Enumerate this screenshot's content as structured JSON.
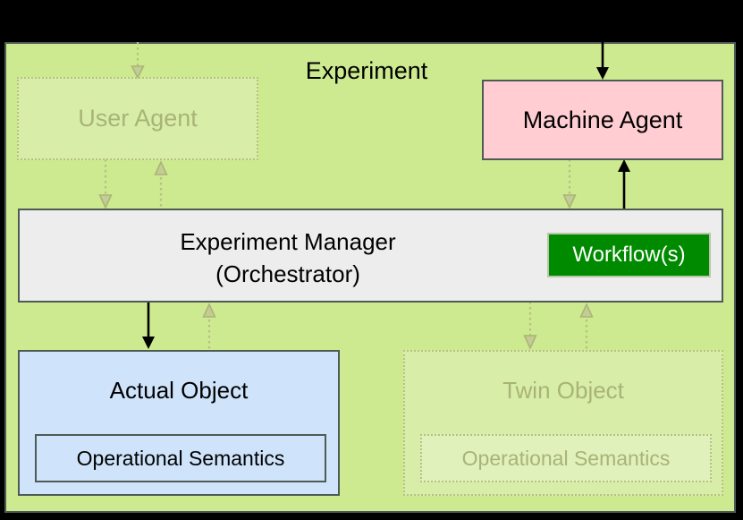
{
  "diagram": {
    "title": "Experiment",
    "background_color": "#000000",
    "panel_color": "#cdea90",
    "nodes": [
      {
        "id": "user-agent",
        "label": "User Agent",
        "style": "ghost",
        "fill": "#d7ec9e",
        "text_color": "#a9b377"
      },
      {
        "id": "machine-agent",
        "label": "Machine Agent",
        "style": "solid",
        "fill": "#ffcdd2",
        "text_color": "#000000"
      },
      {
        "id": "experiment-manager",
        "label": "Experiment Manager\n(Orchestrator)",
        "style": "solid",
        "fill": "#ededed",
        "text_color": "#000000"
      },
      {
        "id": "workflows",
        "label": "Workflow(s)",
        "style": "solid",
        "fill": "#008a00",
        "text_color": "#ffffff"
      },
      {
        "id": "actual-object",
        "label": "Actual Object",
        "style": "solid",
        "fill": "#cfe4fb",
        "text_color": "#000000",
        "child_label": "Operational Semantics"
      },
      {
        "id": "twin-object",
        "label": "Twin Object",
        "style": "ghost",
        "fill": "#d7ec9e",
        "text_color": "#a9b377",
        "child_label": "Operational Semantics"
      }
    ],
    "connectors": [
      {
        "id": "external-to-user-agent",
        "style": "dotted",
        "direction": "down"
      },
      {
        "id": "external-to-machine-agent",
        "style": "solid",
        "direction": "down"
      },
      {
        "id": "user-agent-to-manager",
        "style": "dotted",
        "direction": "down"
      },
      {
        "id": "manager-to-user-agent",
        "style": "dotted",
        "direction": "up"
      },
      {
        "id": "machine-agent-to-manager",
        "style": "dotted",
        "direction": "down"
      },
      {
        "id": "manager-to-machine-agent",
        "style": "solid",
        "direction": "up"
      },
      {
        "id": "manager-to-actual-object",
        "style": "solid",
        "direction": "down"
      },
      {
        "id": "actual-object-to-manager",
        "style": "dotted",
        "direction": "up"
      },
      {
        "id": "manager-to-twin-object",
        "style": "dotted",
        "direction": "down"
      },
      {
        "id": "twin-object-to-manager",
        "style": "dotted",
        "direction": "up"
      }
    ]
  }
}
